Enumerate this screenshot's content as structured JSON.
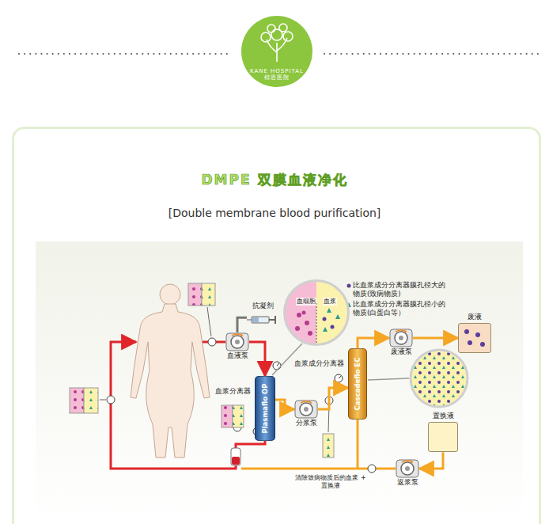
{
  "diagram": {
    "title": "DMPE 双膜血液净化",
    "nodes": [
      {
        "text": [
          "KANE HOSPITAL",
          "楷恩医院"
        ]
      },
      {
        "text": [
          "血细胞",
          "血浆"
        ]
      },
      {
        "text": [
          "抗凝剂"
        ]
      },
      {
        "text": [
          "血液泵"
        ]
      },
      {
        "text": [
          "Plasmaflo OP",
          "血浆分离器"
        ]
      },
      {
        "text": [
          "分浆泵"
        ]
      },
      {
        "text": [
          "Cascadeflo EC",
          "血浆成分分离器"
        ]
      },
      {
        "text": [
          "废液泵"
        ]
      },
      {
        "text": [
          "废液"
        ]
      },
      {
        "text": [
          "置换液"
        ]
      },
      {
        "text": [
          "返浆泵"
        ]
      }
    ],
    "edges": [
      {
        "from": 2,
        "to": 3,
        "arrow": "none"
      },
      {
        "from": 3,
        "to": 4,
        "arrow": "to"
      },
      {
        "from": 4,
        "to": 5,
        "arrow": "to"
      },
      {
        "from": 5,
        "to": 6,
        "arrow": "to"
      },
      {
        "from": 6,
        "to": 7,
        "arrow": "to"
      },
      {
        "from": 7,
        "to": 8,
        "arrow": "to"
      },
      {
        "from": 9,
        "to": 10,
        "arrow": "to"
      }
    ],
    "labels": [
      "[Double membrane blood purification]",
      "比血浆成分分离器膜孔径大的物质(致病物质)",
      "比血浆成分分离器膜孔径小的物质(白蛋白等）",
      "清除致病物质后的血浆 + 置换液"
    ]
  }
}
